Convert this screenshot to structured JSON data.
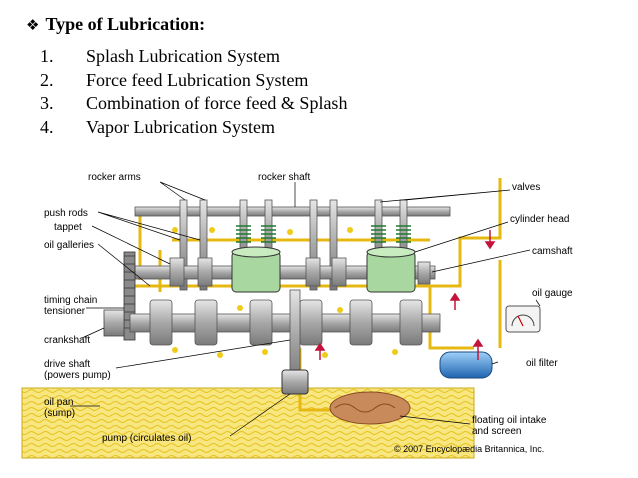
{
  "heading": {
    "marker": "❖",
    "title": "Type of Lubrication:"
  },
  "types": [
    {
      "num": "1.",
      "label": "Splash Lubrication System"
    },
    {
      "num": "2.",
      "label": "Force feed Lubrication System"
    },
    {
      "num": "3.",
      "label": "Combination of force feed & Splash"
    },
    {
      "num": "4.",
      "label": "Vapor Lubrication System"
    }
  ],
  "diagram": {
    "labels": {
      "rocker_arms": "rocker arms",
      "rocker_shaft": "rocker shaft",
      "valves": "valves",
      "push_rods": "push rods",
      "tappet": "tappet",
      "cylinder_head": "cylinder head",
      "oil_galleries": "oil galleries",
      "camshaft": "camshaft",
      "timing_chain_1": "timing chain",
      "timing_chain_2": "tensioner",
      "oil_gauge": "oil gauge",
      "crankshaft": "crankshaft",
      "oil_filter": "oil filter",
      "drive_shaft_1": "drive shaft",
      "drive_shaft_2": "(powers pump)",
      "oil_pan_1": "oil pan",
      "oil_pan_2": "(sump)",
      "floating_1": "floating oil intake",
      "floating_2": "and screen",
      "pump": "pump (circulates oil)"
    },
    "copyright": "© 2007 Encyclopædia Britannica, Inc.",
    "colors": {
      "oil": "#f2d21a",
      "oil_line": "#e0b010",
      "flow_arrow": "#c4123a",
      "metal": "#b8b8b8",
      "piston": "#a8d8a0",
      "filter": "#3a8ad8"
    }
  }
}
